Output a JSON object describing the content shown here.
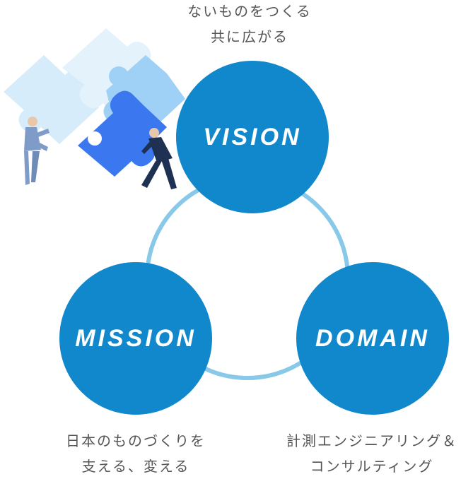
{
  "vision": {
    "label": "VISION",
    "caption": [
      "ないものをつくる",
      "共に広がる"
    ]
  },
  "mission": {
    "label": "MISSION",
    "caption": [
      "日本のものづくりを",
      "支える、変える"
    ]
  },
  "domain": {
    "label": "DOMAIN",
    "caption": [
      "計測エンジニアリング＆",
      "コンサルティング"
    ]
  },
  "colors": {
    "circle": "#1188cc",
    "ring": "#88c8e8",
    "text": "#555555",
    "puzzle_light": "#d6ecfb",
    "puzzle_mid": "#9fd0f5",
    "puzzle_dark": "#3b78f0"
  },
  "illustration": {
    "name": "puzzle-illustration",
    "description_icons": [
      "puzzle-piece-icon",
      "person-icon"
    ]
  }
}
